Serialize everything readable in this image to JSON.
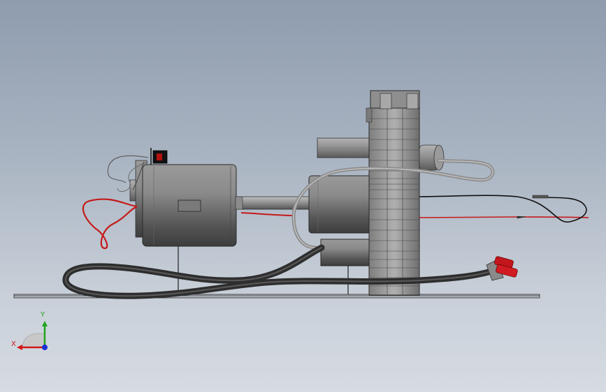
{
  "viewport": {
    "background_top": "#8f9cae",
    "background_bottom": "#d6dbe2"
  },
  "model": {
    "parts": [
      "base-plate",
      "motor-housing",
      "motor-shaft",
      "pump-hub",
      "flange-stack",
      "outlet-pipe",
      "control-box",
      "switch",
      "gray-cable",
      "black-wire",
      "red-wire",
      "black-power-cable",
      "red-connector"
    ]
  },
  "triad": {
    "y_label": "Y",
    "x_label": "X",
    "y_color": "#1ea51e",
    "x_color": "#d01818",
    "z_color": "#1c2fd6"
  }
}
